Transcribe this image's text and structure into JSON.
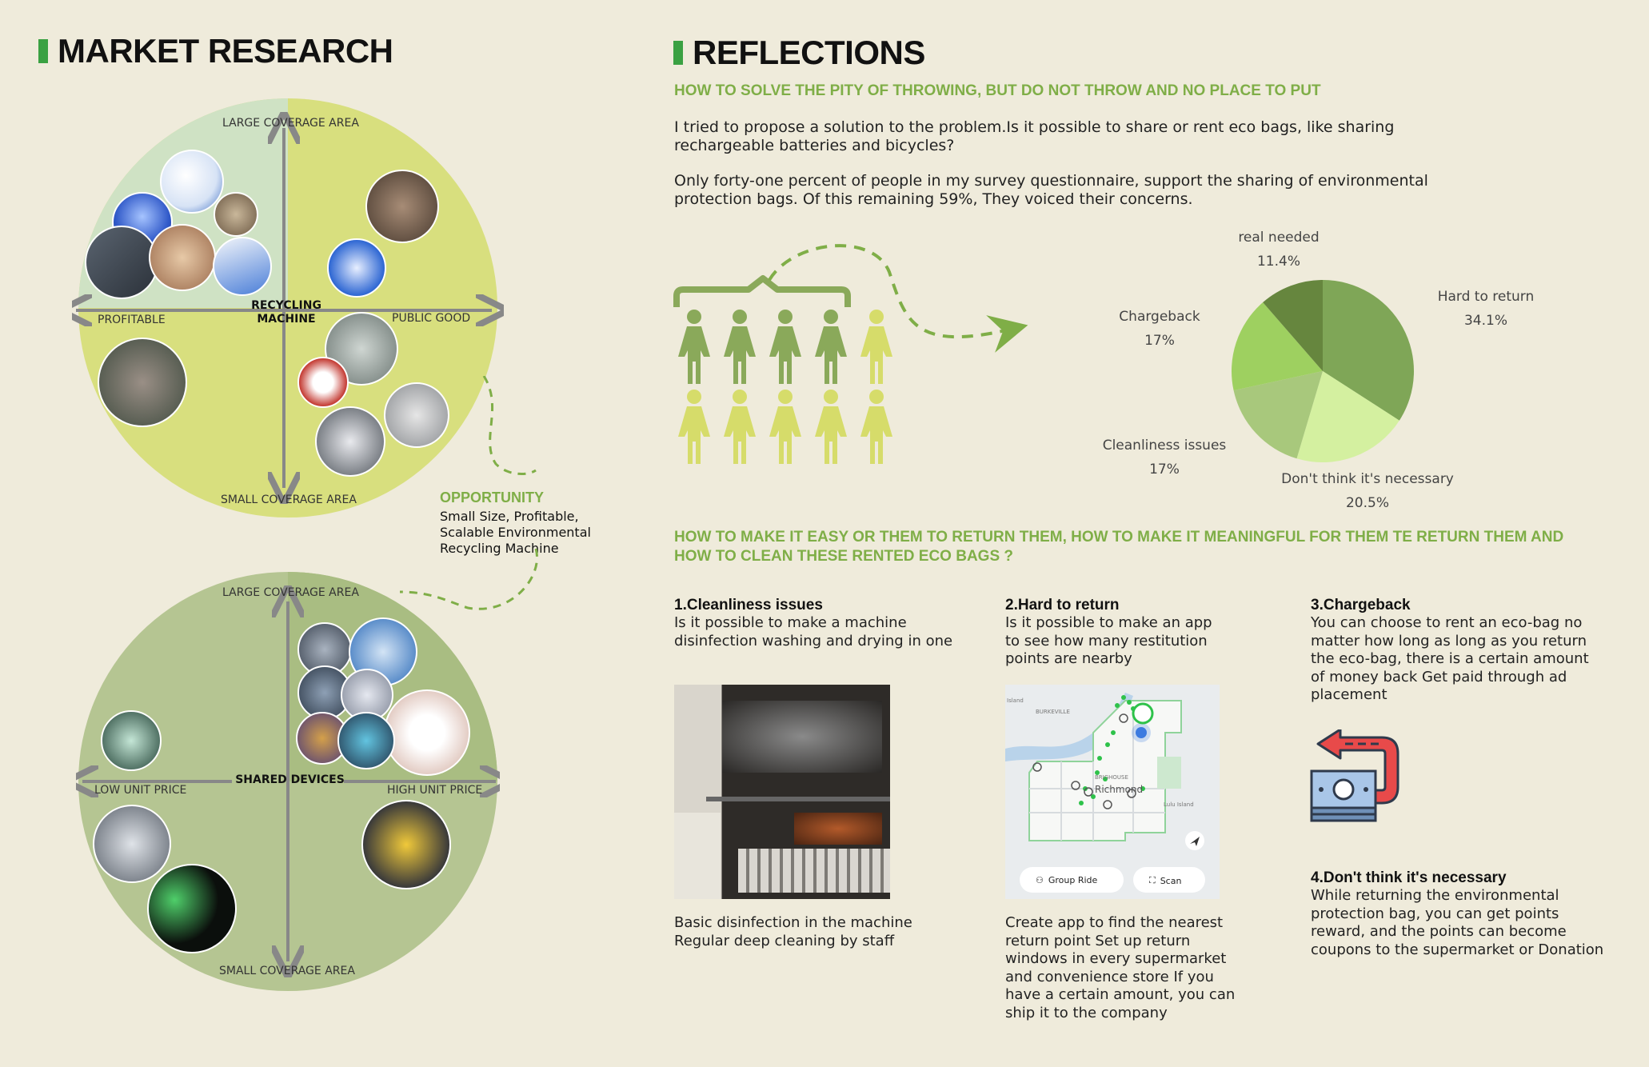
{
  "market": {
    "title": "MARKET RESEARCH",
    "chart1": {
      "top": "LARGE COVERAGE AREA",
      "bottom": "SMALL COVERAGE AREA",
      "left": "PROFITABLE",
      "right": "PUBLIC GOOD",
      "center": "RECYCLING MACHINE"
    },
    "opportunity": {
      "title": "OPPORTUNITY",
      "text": "Small Size, Profitable, Scalable Environmental Recycling Machine"
    },
    "chart2": {
      "top": "LARGE COVERAGE AREA",
      "bottom": "SMALL COVERAGE AREA",
      "left": "LOW UNIT PRICE",
      "right": "HIGH UNIT PRICE",
      "center": "SHARED DEVICES"
    }
  },
  "reflections": {
    "title": "REFLECTIONS",
    "heading1": "HOW TO SOLVE THE PITY OF THROWING, BUT DO NOT THROW AND NO PLACE TO PUT",
    "para1": "I tried to propose a solution to the problem.Is it possible to share or rent eco bags, like sharing rechargeable batteries and bicycles?",
    "para2": "Only forty-one percent of people in my survey questionnaire, support the sharing of environmental protection bags. Of this remaining 59%, They voiced their concerns.",
    "heading2": "HOW TO MAKE IT EASY OR THEM TO RETURN THEM, HOW TO MAKE IT MEANINGFUL FOR THEM TE RETURN THEM AND HOW TO CLEAN THESE RENTED ECO BAGS ?"
  },
  "people": {
    "total": 10,
    "highlighted": 4
  },
  "chart_data": {
    "type": "pie",
    "slices": [
      {
        "label": "Hard to return",
        "pct_label": "34.1%",
        "value": 34.1,
        "color": "#7fa657"
      },
      {
        "label": "Don't think it's necessary",
        "pct_label": "20.5%",
        "value": 20.5,
        "color": "#d4f0a0"
      },
      {
        "label": "Cleanliness issues",
        "pct_label": "17%",
        "value": 17,
        "color": "#a8c87c"
      },
      {
        "label": "Chargeback",
        "pct_label": "17%",
        "value": 17,
        "color": "#9ed060"
      },
      {
        "label": "real needed",
        "pct_label": "11.4%",
        "value": 11.4,
        "color": "#66863e"
      }
    ]
  },
  "solutions": [
    {
      "title": "1.Cleanliness issues",
      "desc": "Is it possible to make a machine disinfection washing and drying in one",
      "after": "Basic disinfection in the machine Regular deep cleaning by staff"
    },
    {
      "title": "2.Hard to return",
      "desc": "Is it possible to make an app to see how many restitution points are nearby",
      "after": "Create app to find the nearest return point Set up return windows in every supermarket and convenience store If you have a certain amount, you can ship it to the company"
    },
    {
      "title": "3.Chargeback",
      "desc": "You can choose to rent an eco-bag no matter how long as long as you return the eco-bag, there is a certain amount of money back Get paid through ad placement"
    },
    {
      "title": "4.Don't think it's necessary",
      "desc": "While returning the environmental protection bag, you can get points reward, and the points can become coupons to the supermarket or Donation"
    }
  ],
  "map": {
    "labels": [
      "BURKEVILLE",
      "BRIGHOUSE",
      "Richmond",
      "Island",
      "Lulu Island"
    ],
    "group_ride": "Group Ride",
    "scan": "Scan"
  },
  "colors": {
    "accent": "#3aa142",
    "heading_green": "#7fae47",
    "quad1": "#cfe2c4",
    "quad2": "#d8df7e",
    "circle2": "#b5c592",
    "people_dark": "#8aa95a",
    "people_light": "#d6dc6a"
  }
}
